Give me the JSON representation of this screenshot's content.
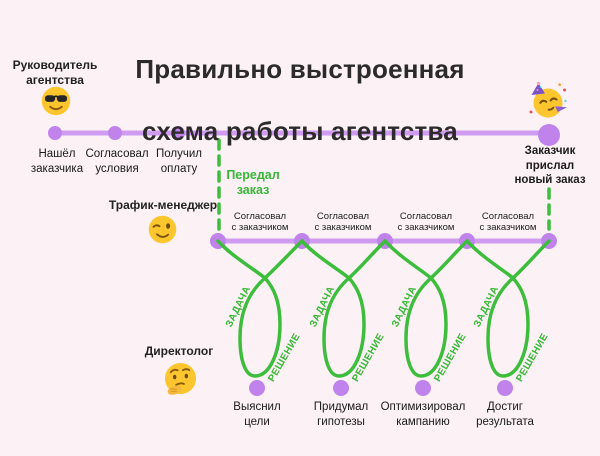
{
  "title": {
    "line1": "Правильно выстроенная",
    "line2": "схема работы агентства"
  },
  "colors": {
    "background": "#fcf1f4",
    "timeline_purple": "#cf9cf2",
    "dot_purple": "#c083ec",
    "accent_green": "#3cbd3c",
    "title_text": "#2d2a2b",
    "label_text": "#1a1a1a"
  },
  "roles": {
    "agency_head": {
      "label": "Руководитель\nагентства",
      "emoji": "smiling-face-with-sunglasses"
    },
    "traffic_manager": {
      "label": "Трафик-менеджер",
      "emoji": "winking-face"
    },
    "direct_specialist": {
      "label": "Директолог",
      "emoji": "thinking-face"
    }
  },
  "top_timeline": {
    "milestones": [
      {
        "label": "Нашёл\nзаказчика"
      },
      {
        "label": "Согласовал\nусловия"
      },
      {
        "label": "Получил\nоплату"
      }
    ],
    "final_milestone": {
      "label": "Заказчик\nприслал\nновый заказ",
      "emoji": "partying-face"
    }
  },
  "handoff": {
    "label": "Передал\nзаказ"
  },
  "approval_timeline": {
    "segments": [
      {
        "label": "Согласовал\nс заказчиком"
      },
      {
        "label": "Согласовал\nс заказчиком"
      },
      {
        "label": "Согласовал\nс заказчиком"
      },
      {
        "label": "Согласовал\nс заказчиком"
      }
    ]
  },
  "work_loops": {
    "task_label": "ЗАДАЧА",
    "solution_label": "РЕШЕНИЕ"
  },
  "bottom_milestones": [
    {
      "label": "Выяснил\nцели"
    },
    {
      "label": "Придумал\nгипотезы"
    },
    {
      "label": "Оптимизировал\nкампанию"
    },
    {
      "label": "Достиг\nрезультата"
    }
  ]
}
